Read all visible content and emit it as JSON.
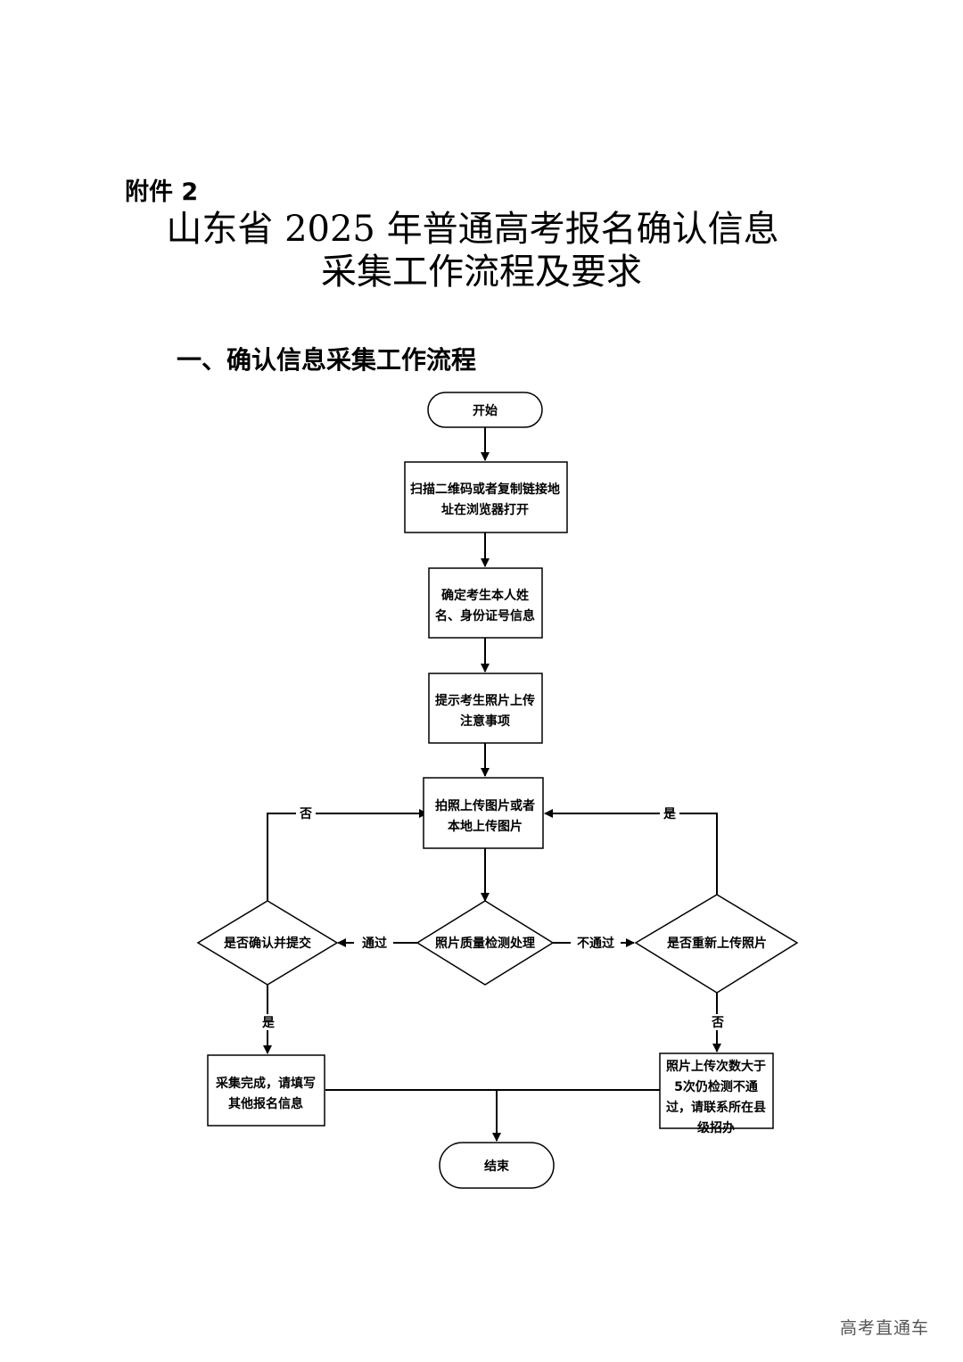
{
  "attachment_label": "附件 2",
  "title": {
    "line1": "山东省 2025 年普通高考报名确认信息",
    "line2": "采集工作流程及要求"
  },
  "section_heading": "一、确认信息采集工作流程",
  "flowchart": {
    "start": "开始",
    "step1": [
      "扫描二维码或者复制链接地",
      "址在浏览器打开"
    ],
    "step2": [
      "确定考生本人姓",
      "名、身份证号信息"
    ],
    "step3": [
      "提示考生照片上传",
      "注意事项"
    ],
    "step4": [
      "拍照上传图片或者",
      "本地上传图片"
    ],
    "decision_quality": "照片质量检测处理",
    "decision_confirm": "是否确认并提交",
    "decision_reupload": "是否重新上传照片",
    "edge_pass": "通过",
    "edge_fail": "不通过",
    "edge_confirm_no": "否",
    "edge_confirm_yes": "是",
    "edge_reupload_yes": "是",
    "edge_reupload_no": "否",
    "done": [
      "采集完成，请填写",
      "其他报名信息"
    ],
    "fail_limit": [
      "照片上传次数大于",
      "5次仍检测不通",
      "过，请联系所在县",
      "级招办"
    ],
    "end": "结束"
  },
  "watermark": "高考直通车"
}
